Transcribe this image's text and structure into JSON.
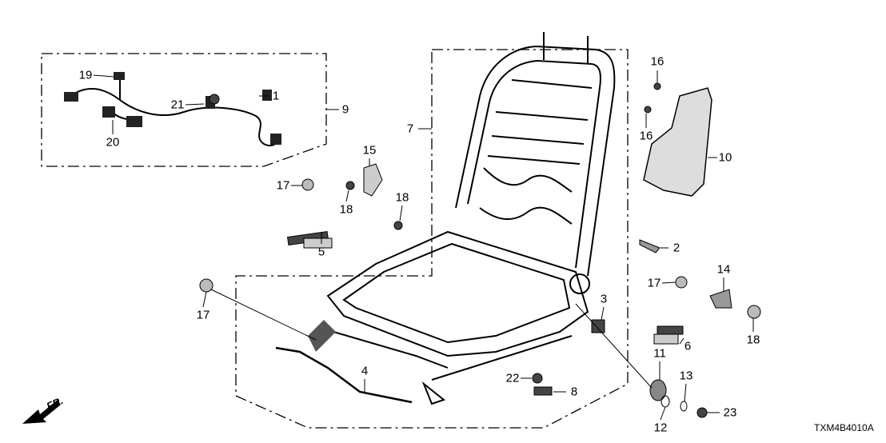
{
  "diagram_code": "TXM4B4010A",
  "direction_label": "FR.",
  "callouts": [
    "19",
    "21",
    "1",
    "9",
    "20",
    "7",
    "16",
    "16",
    "10",
    "15",
    "17",
    "18",
    "18",
    "5",
    "2",
    "14",
    "17",
    "3",
    "17",
    "18",
    "6",
    "11",
    "13",
    "4",
    "22",
    "8",
    "12",
    "23"
  ]
}
